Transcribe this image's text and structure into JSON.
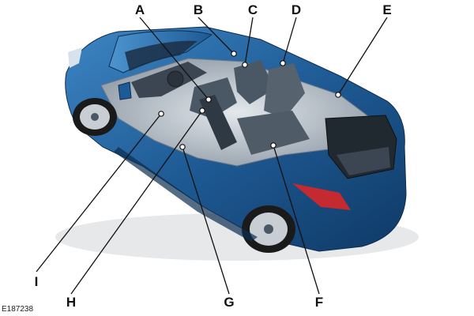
{
  "figure": {
    "reference_code": "E187238",
    "colors": {
      "body_dark": "#0f3a66",
      "body_mid": "#1e5a94",
      "body_light": "#3d86c4",
      "interior": "#5f6f80",
      "interior_light": "#d9dee4",
      "tail_light": "#c42a30",
      "tire": "#1a1a1a",
      "wheel": "#c9ced4",
      "leader": "#111111"
    }
  },
  "callouts": [
    {
      "letter": "A"
    },
    {
      "letter": "B"
    },
    {
      "letter": "C"
    },
    {
      "letter": "D"
    },
    {
      "letter": "E"
    },
    {
      "letter": "F"
    },
    {
      "letter": "G"
    },
    {
      "letter": "H"
    },
    {
      "letter": "I"
    }
  ]
}
